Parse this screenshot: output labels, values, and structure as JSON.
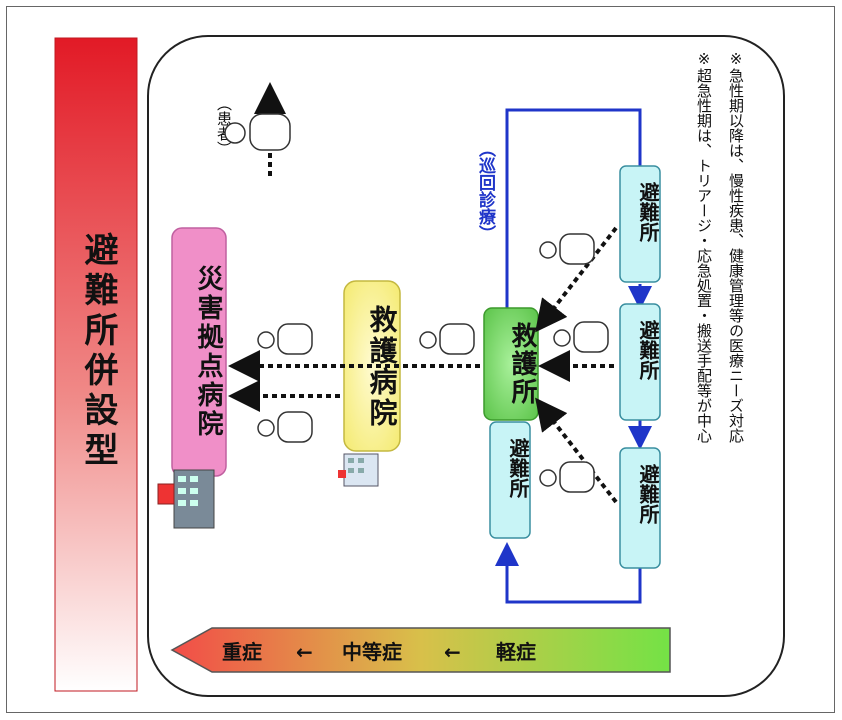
{
  "title": "避難所併設型",
  "patient_label": "（患者）",
  "patrol_label": "（巡回診療）",
  "disaster_hospital": "災害拠点病院",
  "rescue_hospital": "救護病院",
  "aid_station": "救護所",
  "shelter": "避難所",
  "severity": {
    "severe": "重症",
    "moderate": "中等症",
    "mild": "軽症",
    "arrow": "←"
  },
  "notes": [
    "※超急性期は、トリアージ・応急処置・搬送手配等が中心",
    "※急性期以降は、慢性疾患、健康管理等の医療ニーズ対応"
  ],
  "colors": {
    "title_gradient_top": "#e8202a",
    "title_gradient_bottom": "#ffffff",
    "disaster_hospital": "#f08fc8",
    "rescue_hospital": "#fbf59a",
    "aid_station": "#7dd36a",
    "shelter": "#c8f4f6",
    "patrol_line": "#1f35c9",
    "severity_red": "#f0504a",
    "severity_green": "#78e048"
  }
}
